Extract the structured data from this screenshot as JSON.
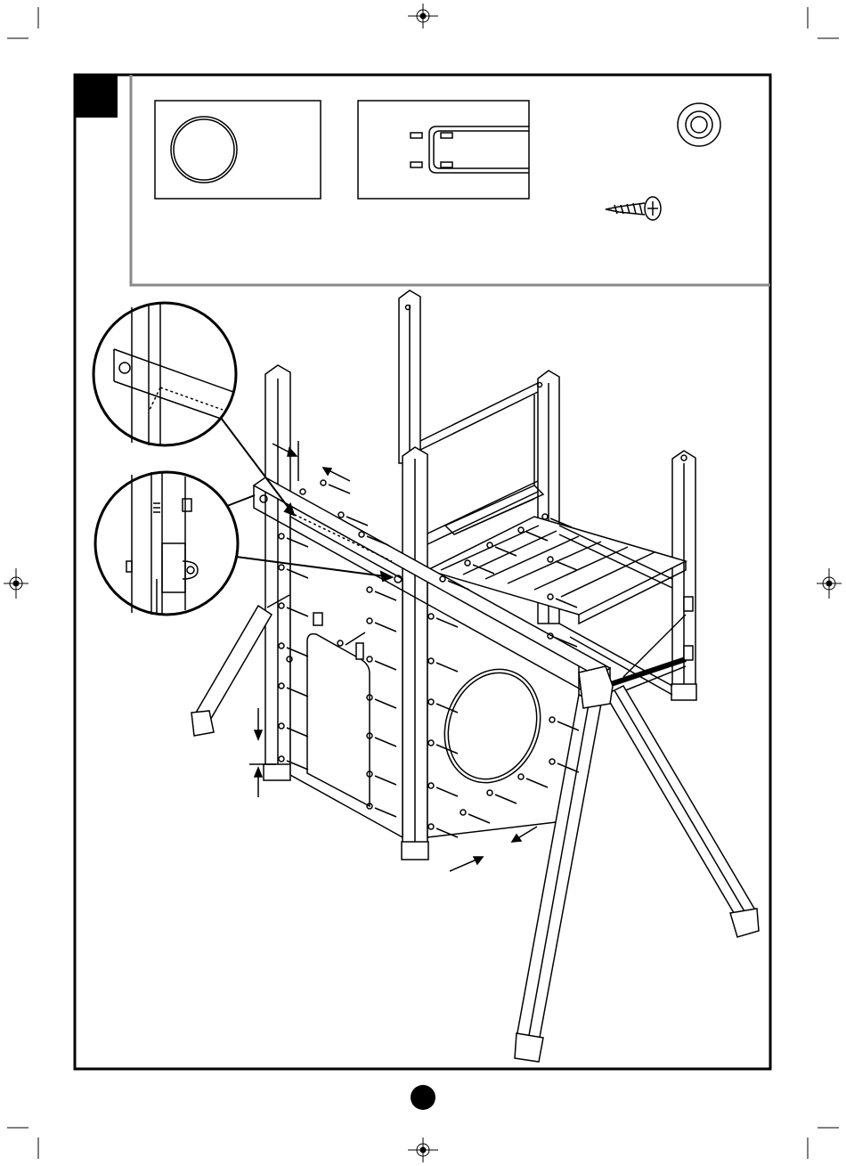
{
  "page": {
    "step_number": "",
    "page_number": ""
  },
  "parts_panel": {
    "items": [
      {
        "name": "round-panel-cutout",
        "label": ""
      },
      {
        "name": "bracket-part",
        "label": ""
      },
      {
        "name": "washer",
        "label": ""
      },
      {
        "name": "screw",
        "label": ""
      }
    ]
  },
  "colors": {
    "line": "#000000",
    "panel_border": "#888888",
    "background": "#ffffff"
  }
}
